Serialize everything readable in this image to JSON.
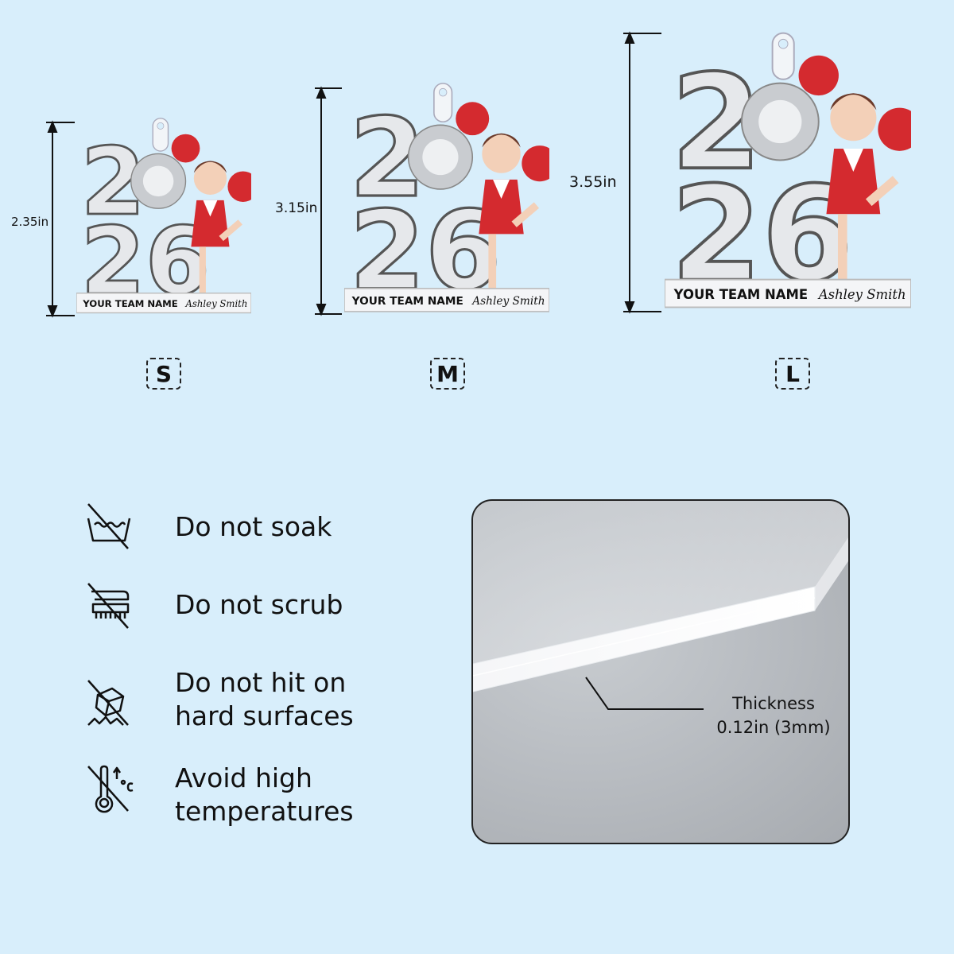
{
  "sizes": [
    {
      "code": "S",
      "height_label": "2.35in",
      "year_top": "2",
      "year_bottom": "26",
      "team": "YOUR TEAM NAME",
      "name": "Ashley Smith"
    },
    {
      "code": "M",
      "height_label": "3.15in",
      "year_top": "2",
      "year_bottom": "26",
      "team": "YOUR TEAM NAME",
      "name": "Ashley Smith"
    },
    {
      "code": "L",
      "height_label": "3.55in",
      "year_top": "2",
      "year_bottom": "26",
      "team": "YOUR TEAM NAME",
      "name": "Ashley Smith"
    }
  ],
  "care": [
    {
      "icon": "no-soak-icon",
      "line1": "Do not soak",
      "line2": ""
    },
    {
      "icon": "no-scrub-icon",
      "line1": "Do not scrub",
      "line2": ""
    },
    {
      "icon": "no-impact-icon",
      "line1": "Do not hit on",
      "line2": "hard surfaces"
    },
    {
      "icon": "no-heat-icon",
      "line1": "Avoid high",
      "line2": "temperatures"
    }
  ],
  "material": {
    "label": "Thickness",
    "value": "0.12in (3mm)"
  },
  "colors": {
    "background": "#d8eefb",
    "accent_red": "#d42a2f",
    "silver": "#c9ccd0"
  }
}
